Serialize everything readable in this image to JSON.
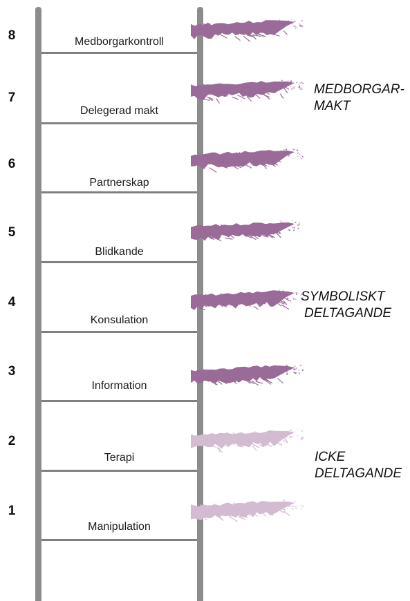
{
  "rungs": [
    {
      "number": "8",
      "label": "Medborgarkontroll",
      "color": "#9a6b98"
    },
    {
      "number": "7",
      "label": "Delegerad makt",
      "color": "#9a6b98"
    },
    {
      "number": "6",
      "label": "Partnerskap",
      "color": "#9a6b98"
    },
    {
      "number": "5",
      "label": "Blidkande",
      "color": "#9a6b98"
    },
    {
      "number": "4",
      "label": "Konsulation",
      "color": "#9a6b98"
    },
    {
      "number": "3",
      "label": "Information",
      "color": "#9a6b98"
    },
    {
      "number": "2",
      "label": "Terapi",
      "color": "#d3bcd2"
    },
    {
      "number": "1",
      "label": "Manipulation",
      "color": "#d3bcd2"
    }
  ],
  "groups": [
    {
      "line1": "MEDBORGAR-",
      "line2": "MAKT"
    },
    {
      "line1": "SYMBOLISKT",
      "line2": "DELTAGANDE"
    },
    {
      "line1": "ICKE",
      "line2": "DELTAGANDE"
    }
  ],
  "colors": {
    "rail": "#8c8c8c",
    "rung": "#808080"
  }
}
